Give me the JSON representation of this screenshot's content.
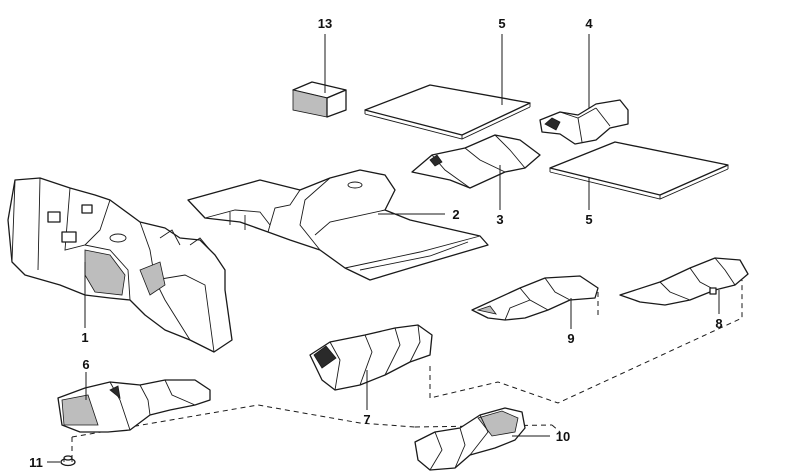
{
  "callouts": {
    "c1": "1",
    "c2": "2",
    "c3": "3",
    "c4": "4",
    "c5a": "5",
    "c5b": "5",
    "c6": "6",
    "c7": "7",
    "c8": "8",
    "c9": "9",
    "c10": "10",
    "c11": "11",
    "c13": "13"
  }
}
